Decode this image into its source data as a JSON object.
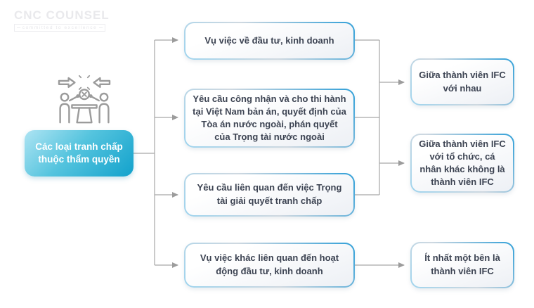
{
  "logo": {
    "title": "CNC COUNSEL",
    "tagline": "committed to excellence"
  },
  "diagram": {
    "root": {
      "id": "root",
      "label": "Các loại tranh chấp thuộc thẩm quyền"
    },
    "middle": [
      {
        "id": "m1",
        "label": "Vụ việc về đầu tư, kinh doanh"
      },
      {
        "id": "m2",
        "label": "Yêu cầu công nhận và cho thi hành tại Việt Nam bản án, quyết định của Tòa án nước ngoài, phán quyết của Trọng tài nước ngoài"
      },
      {
        "id": "m3",
        "label": "Yêu cầu liên quan đến việc Trọng tài giải quyết tranh chấp"
      },
      {
        "id": "m4",
        "label": "Vụ việc khác liên quan đến hoạt động đầu tư, kinh doanh"
      }
    ],
    "right": [
      {
        "id": "r1",
        "label": "Giữa thành viên IFC với nhau"
      },
      {
        "id": "r2",
        "label": "Giữa thành viên IFC với tổ chức, cá nhân khác không là thành viên IFC"
      },
      {
        "id": "r3",
        "label": "Ít nhất một bên là thành viên IFC"
      }
    ],
    "edges": [
      "root->m1",
      "root->m2",
      "root->m3",
      "root->m4",
      "m1->r1",
      "m1->r2",
      "m2->r1",
      "m2->r2",
      "m3->r1",
      "m3->r2",
      "m4->r3"
    ]
  },
  "icons": {
    "left_visual": "dispute-meeting-icon"
  },
  "colors": {
    "root_gradient_start": "#aee4f3",
    "root_gradient_end": "#12a2cc",
    "node_border_blue": "#2f9fd8",
    "node_fill_bottom": "#edf0f5",
    "connector_gray": "#a7a7a7",
    "text_dark": "#3c4352",
    "logo_gray": "#e9e9ec"
  }
}
